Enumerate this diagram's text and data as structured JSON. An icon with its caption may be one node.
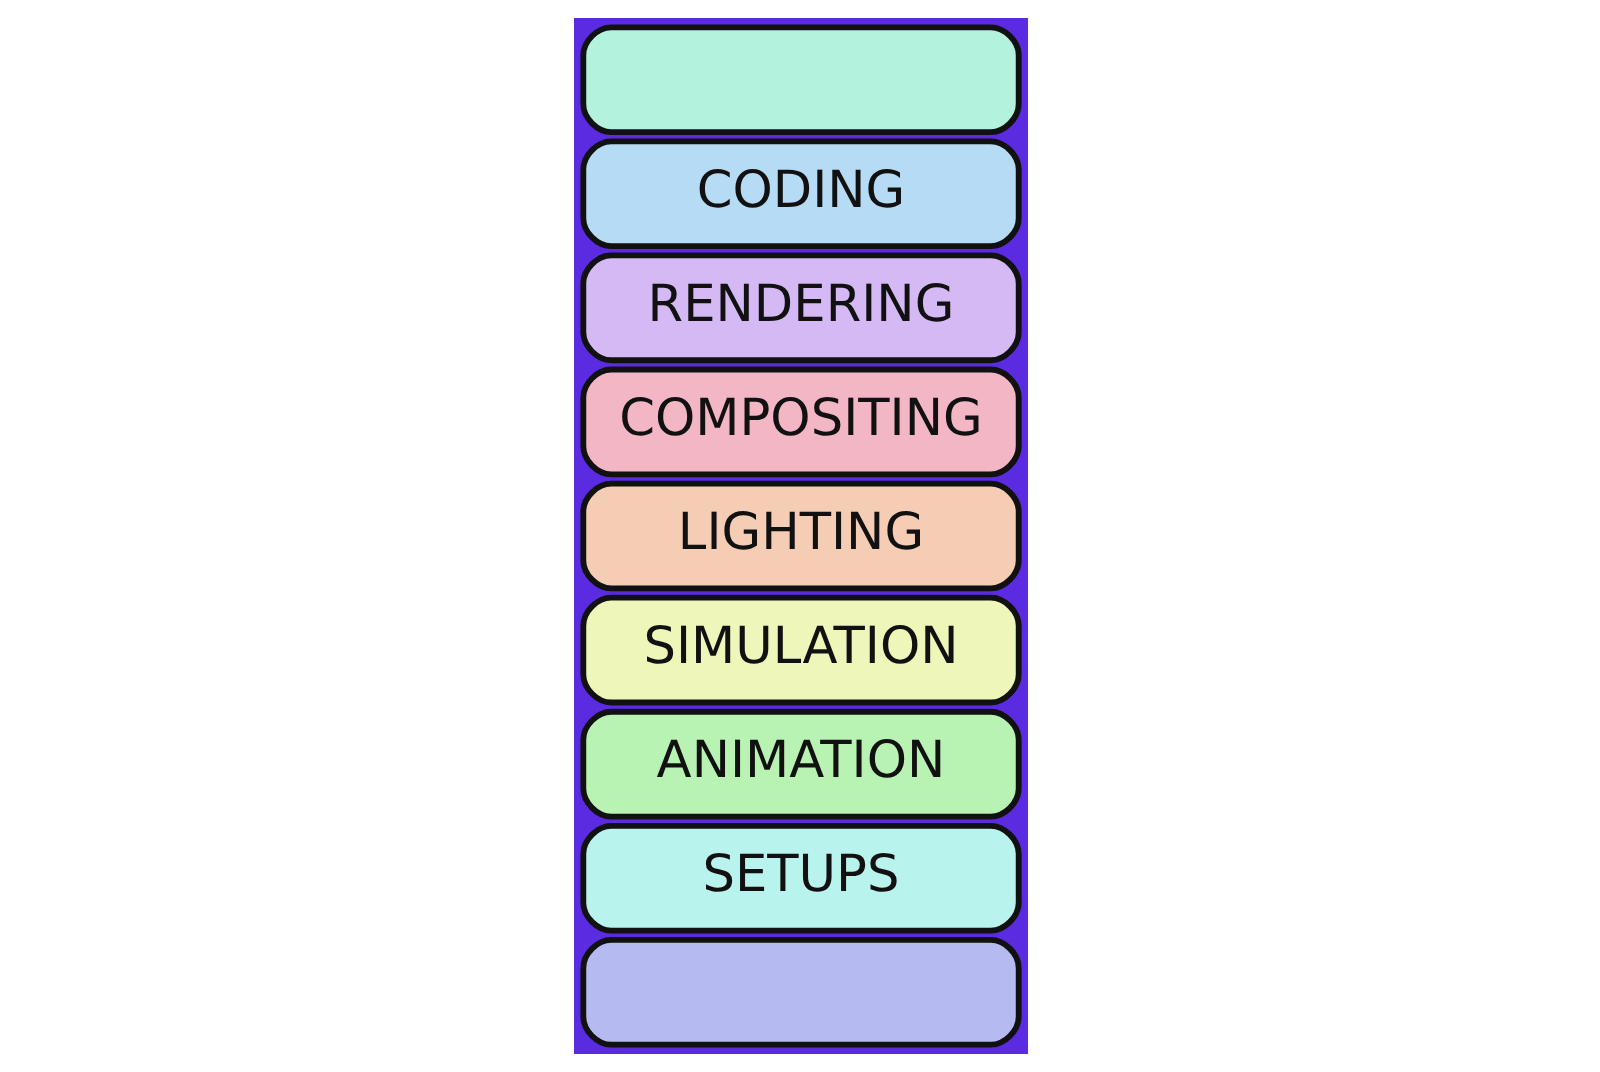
{
  "diagram": {
    "nodes": [
      {
        "text": [],
        "shape": "box"
      },
      {
        "text": [
          "CODING"
        ]
      },
      {
        "text": [
          "RENDERING"
        ]
      },
      {
        "text": [
          "COMPOSITING"
        ]
      },
      {
        "text": [
          "LIGHTING"
        ]
      },
      {
        "text": [
          "SIMULATION"
        ]
      },
      {
        "text": [
          "ANIMATION"
        ]
      },
      {
        "text": [
          "SETUPS"
        ]
      },
      {
        "text": [],
        "shape": "box"
      }
    ]
  }
}
